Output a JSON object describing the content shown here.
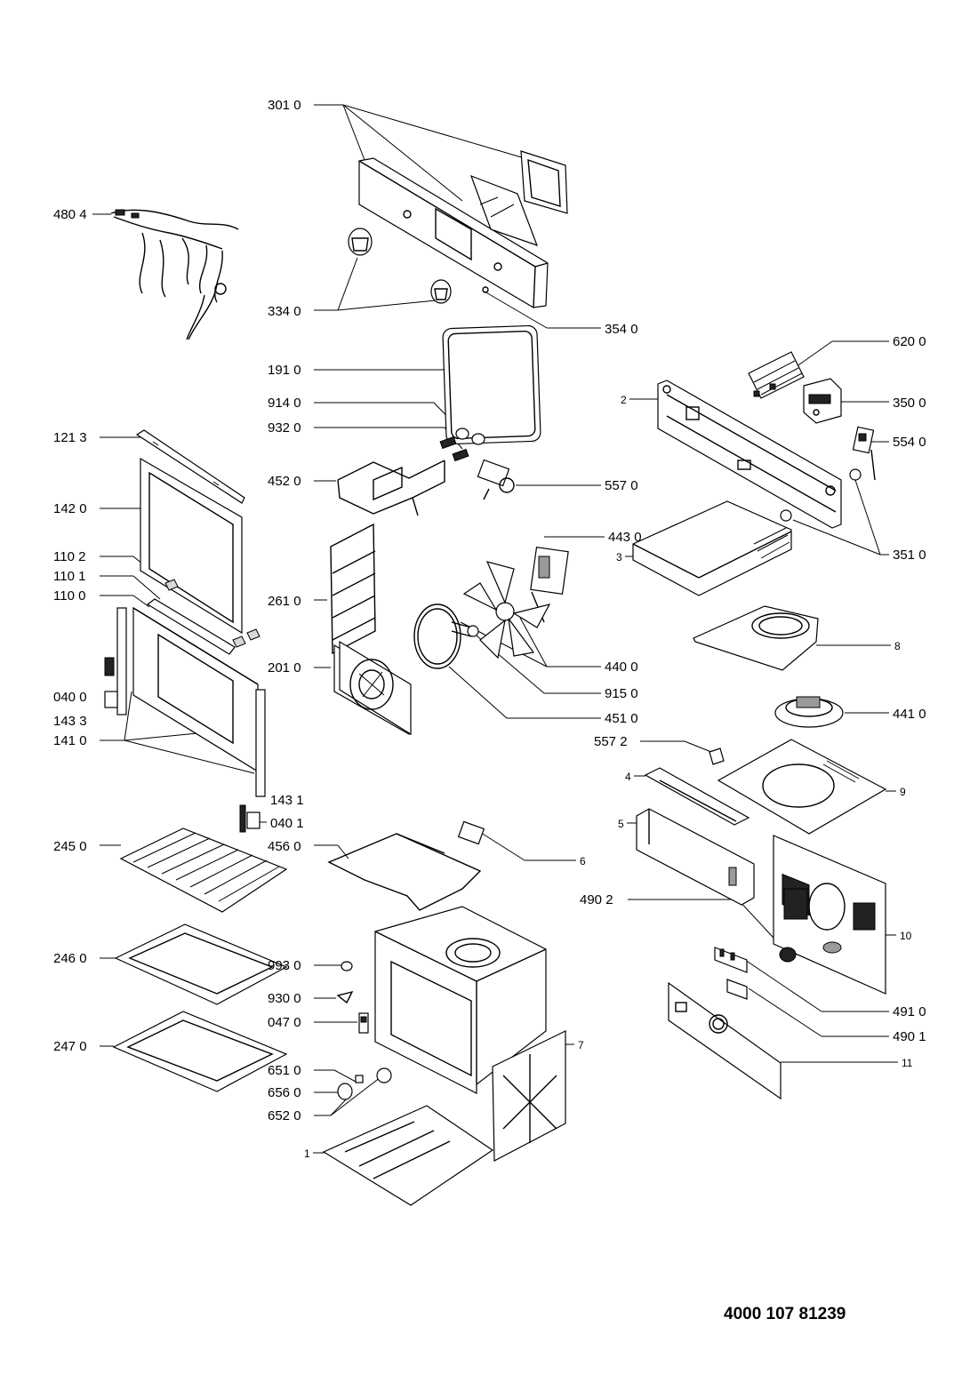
{
  "document_number": "4000 107 81239",
  "labels": {
    "p3010": "301 0",
    "p4804": "480 4",
    "p3340": "334 0",
    "p3540": "354 0",
    "p1910": "191 0",
    "p9140": "914 0",
    "p9320": "932 0",
    "p4520": "452 0",
    "p5570": "557 0",
    "p1213": "121 3",
    "p1420": "142 0",
    "p1102": "110 2",
    "p1101": "110 1",
    "p1100": "110 0",
    "p0400": "040 0",
    "p1433": "143 3",
    "p1410": "141 0",
    "p1431": "143 1",
    "p0401": "040 1",
    "p2610": "261 0",
    "p4430": "443 0",
    "p2010": "201 0",
    "p4400": "440 0",
    "p9150": "915 0",
    "p4510": "451 0",
    "p6200": "620 0",
    "p2": "2",
    "p3500": "350 0",
    "p5540": "554 0",
    "p3": "3",
    "p3510": "351 0",
    "p8": "8",
    "p4410": "441 0",
    "p5572": "557 2",
    "p4": "4",
    "p9": "9",
    "p5": "5",
    "p2450": "245 0",
    "p4560": "456 0",
    "p6": "6",
    "p4902": "490 2",
    "p10": "10",
    "p2460": "246 0",
    "p9930": "993 0",
    "p9300": "930 0",
    "p0470": "047 0",
    "p2470": "247 0",
    "p6510": "651 0",
    "p6560": "656 0",
    "p6520": "652 0",
    "p7": "7",
    "p4910": "491 0",
    "p4901": "490 1",
    "p11": "11",
    "p1": "1"
  }
}
